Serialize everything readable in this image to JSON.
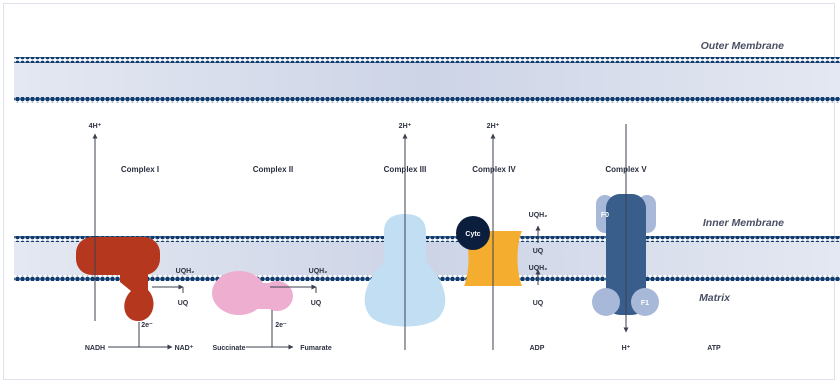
{
  "membranes": {
    "outer": "Outer Membrane",
    "inner": "Inner Membrane",
    "matrix": "Matrix"
  },
  "complexes": {
    "c1": "Complex I",
    "c2": "Complex II",
    "c3": "Complex III",
    "c4": "Complex IV",
    "c5": "Complex V"
  },
  "protons": {
    "c1": "4H⁺",
    "c3": "2H⁺",
    "c4": "2H⁺",
    "c5": "H⁺"
  },
  "electrons": {
    "c1": "2e⁻",
    "c2": "2e⁻"
  },
  "quinones": {
    "c1_uqh2": "UQH₂",
    "c1_uq": "UQ",
    "c2_uqh2": "UQH₂",
    "c2_uq": "UQ",
    "c4_uqh2_top": "UQH₂",
    "c4_uq_top": "UQ",
    "c4_uqh2_bottom": "UQH₂",
    "c4_uq_bottom": "UQ"
  },
  "substrates": {
    "nadh": "NADH",
    "nad": "NAD⁺",
    "succinate": "Succinate",
    "fumarate": "Fumarate",
    "adp": "ADP",
    "atp": "ATP"
  },
  "subunits": {
    "cytc": "Cytc",
    "f0": "F0",
    "f1": "F1"
  },
  "colors": {
    "complex1": "#b5371d",
    "complex2": "#eeaed0",
    "complex3": "#c2def3",
    "complex4": "#f4ad2f",
    "cytc": "#0b1e3d",
    "atp_synthase": "#3a5e8c",
    "atp_synthase_light": "#a8b8d8",
    "bead": "#0f3b6e"
  }
}
